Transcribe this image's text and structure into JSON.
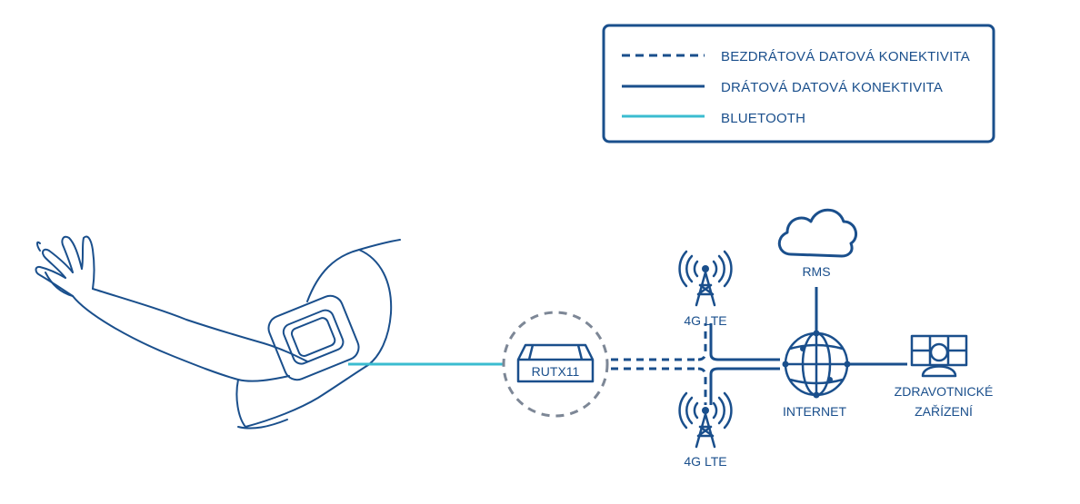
{
  "colors": {
    "primary": "#1a4f8c",
    "bluetooth": "#3bbcd0",
    "dashed_circle": "#7d8796",
    "background": "#ffffff"
  },
  "legend": {
    "items": [
      {
        "style": "dashed",
        "label": "BEZDRÁTOVÁ DATOVÁ KONEKTIVITA"
      },
      {
        "style": "solid",
        "label": "DRÁTOVÁ DATOVÁ KONEKTIVITA"
      },
      {
        "style": "bluetooth",
        "label": "BLUETOOTH"
      }
    ]
  },
  "nodes": {
    "router": "RUTX11",
    "tower_top": "4G LTE",
    "tower_bottom": "4G LTE",
    "cloud": "RMS",
    "internet": "INTERNET",
    "facility_line1": "ZDRAVOTNICKÉ",
    "facility_line2": "ZAŘÍZENÍ"
  },
  "icons": {
    "arm": "arm-with-wearable-icon",
    "router": "router-icon",
    "tower": "cell-tower-icon",
    "cloud": "cloud-icon",
    "globe": "globe-icon",
    "facility": "medical-facility-icon"
  }
}
